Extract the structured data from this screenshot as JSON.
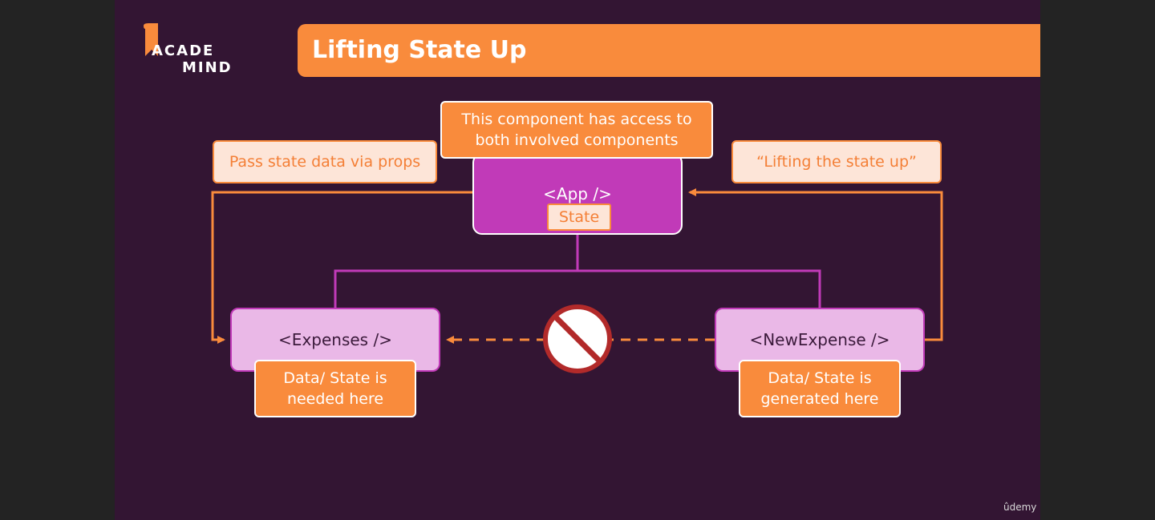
{
  "brand": {
    "logo_line1": "ACADE",
    "logo_line2": "MIND",
    "watermark": "ûdemy"
  },
  "slide": {
    "title": "Lifting State Up"
  },
  "diagram": {
    "notes": {
      "app_access": [
        "This component has access to",
        "both involved components"
      ],
      "pass_props": "Pass state data via props",
      "lifting": "“Lifting the state up”",
      "needed": [
        "Data/ State is",
        "needed here"
      ],
      "generated": [
        "Data/ State is",
        "generated here"
      ]
    },
    "components": {
      "app": "<App />",
      "app_state": "State",
      "expenses": "<Expenses />",
      "new_expense": "<NewExpense />"
    }
  },
  "colors": {
    "background": "#331533",
    "accent_orange": "#f98b3c",
    "component_purple": "#c13ab8",
    "component_light": "#eab8e7",
    "prohibited_red": "#b22a2a"
  },
  "icons": {
    "prohibited": "no-entry-icon"
  }
}
